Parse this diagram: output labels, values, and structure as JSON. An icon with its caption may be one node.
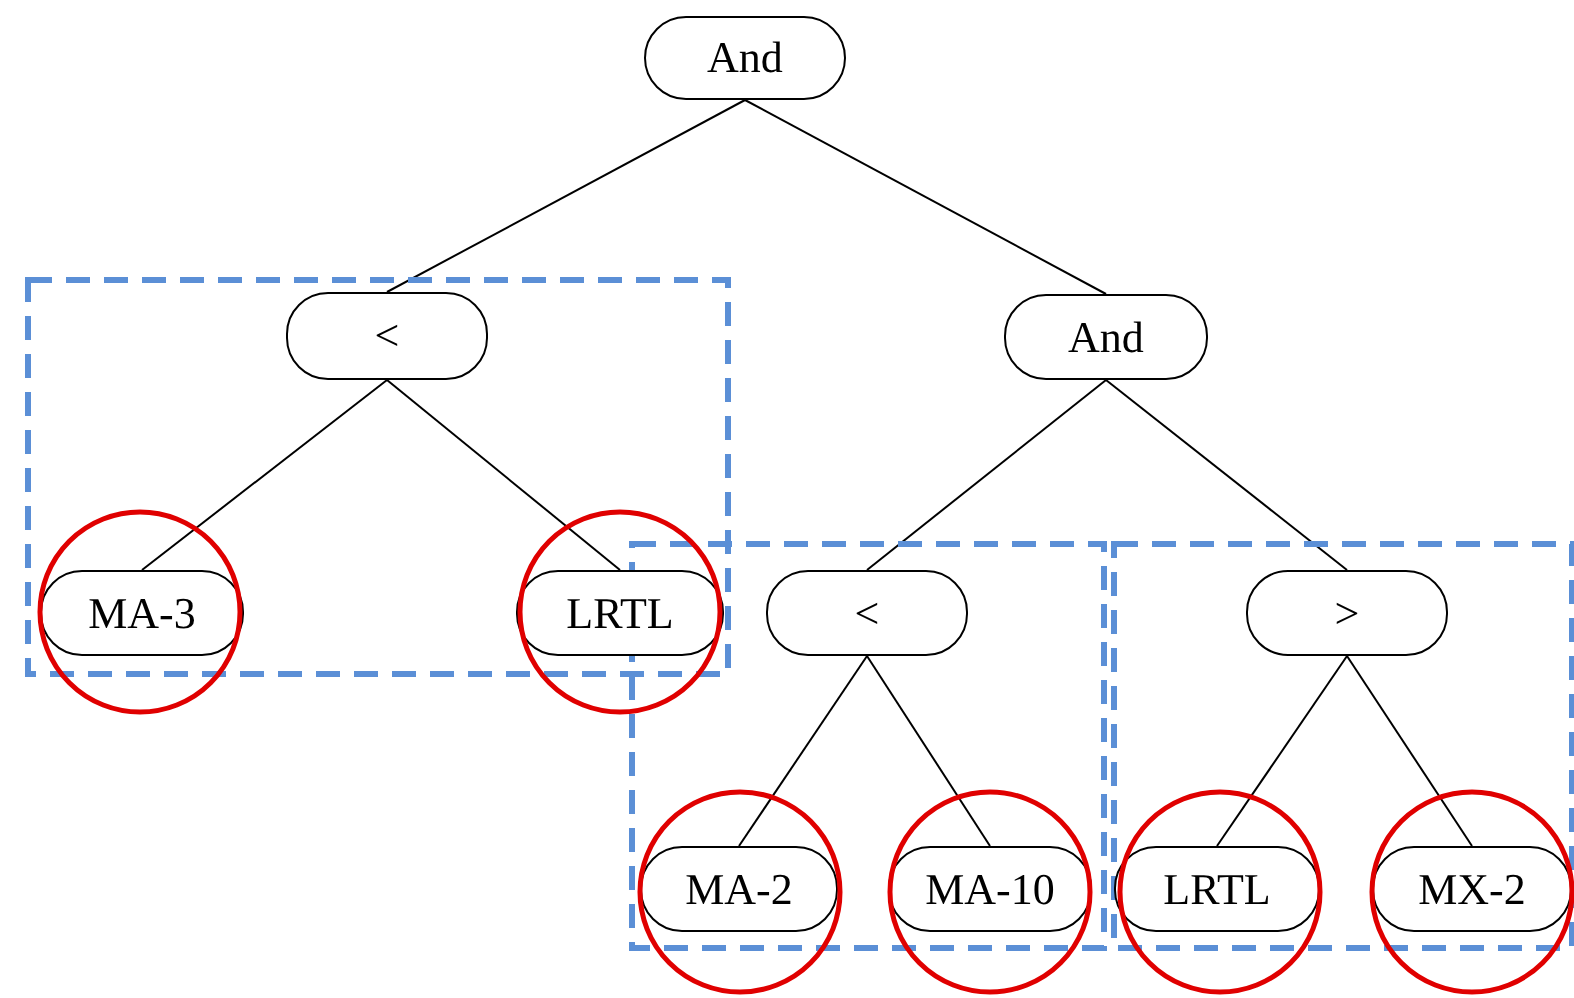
{
  "diagram": {
    "nodes": [
      {
        "text": [
          "And"
        ]
      },
      {
        "text": [
          "<"
        ]
      },
      {
        "text": [
          "And"
        ]
      },
      {
        "text": [
          "MA-3"
        ]
      },
      {
        "text": [
          "LRTL"
        ]
      },
      {
        "text": [
          "<"
        ]
      },
      {
        "text": [
          ">"
        ]
      },
      {
        "text": [
          "MA-2"
        ]
      },
      {
        "text": [
          "MA-10"
        ]
      },
      {
        "text": [
          "LRTL"
        ]
      },
      {
        "text": [
          "MX-2"
        ]
      }
    ],
    "edges": [
      {
        "from": 0,
        "to": 1,
        "arrow": "none"
      },
      {
        "from": 0,
        "to": 2,
        "arrow": "none"
      },
      {
        "from": 1,
        "to": 3,
        "arrow": "none"
      },
      {
        "from": 1,
        "to": 4,
        "arrow": "none"
      },
      {
        "from": 2,
        "to": 5,
        "arrow": "none"
      },
      {
        "from": 2,
        "to": 6,
        "arrow": "none"
      },
      {
        "from": 5,
        "to": 7,
        "arrow": "none"
      },
      {
        "from": 5,
        "to": 8,
        "arrow": "none"
      },
      {
        "from": 6,
        "to": 9,
        "arrow": "none"
      },
      {
        "from": 6,
        "to": 10,
        "arrow": "none"
      }
    ]
  }
}
